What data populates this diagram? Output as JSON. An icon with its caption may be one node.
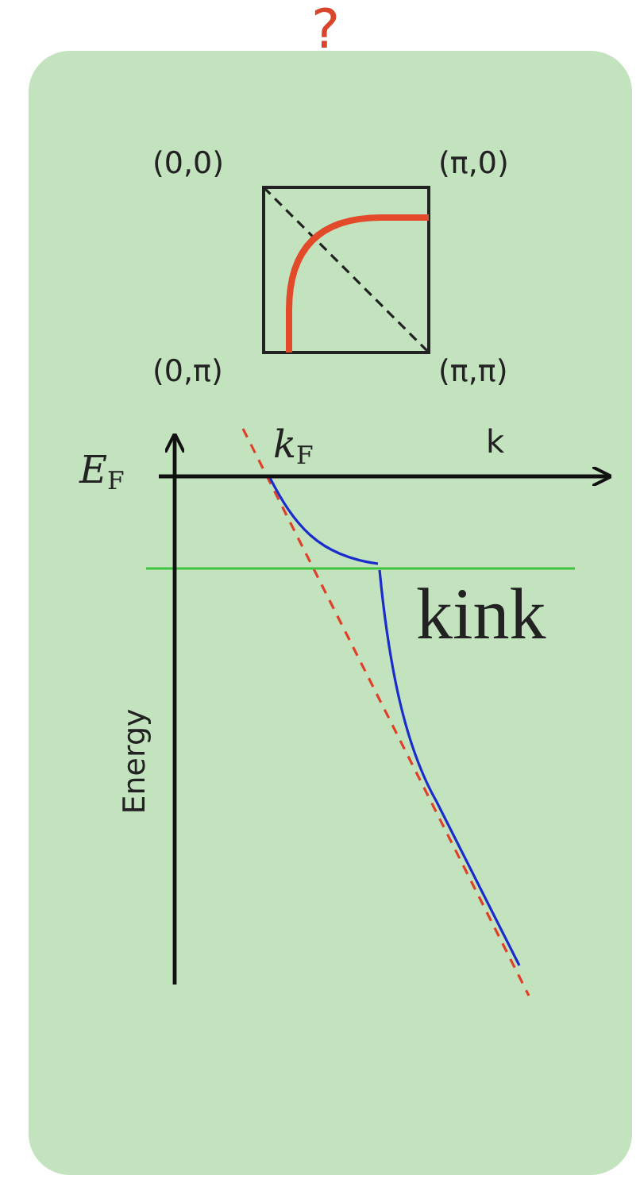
{
  "diagram": {
    "title": "?",
    "labels": [
      "(0,0)",
      "(π,0)",
      "(0,π)",
      "(π,π)",
      "*k*$_{F}$",
      "k",
      "*E*$_{F}$",
      "kink",
      "Energy"
    ]
  }
}
